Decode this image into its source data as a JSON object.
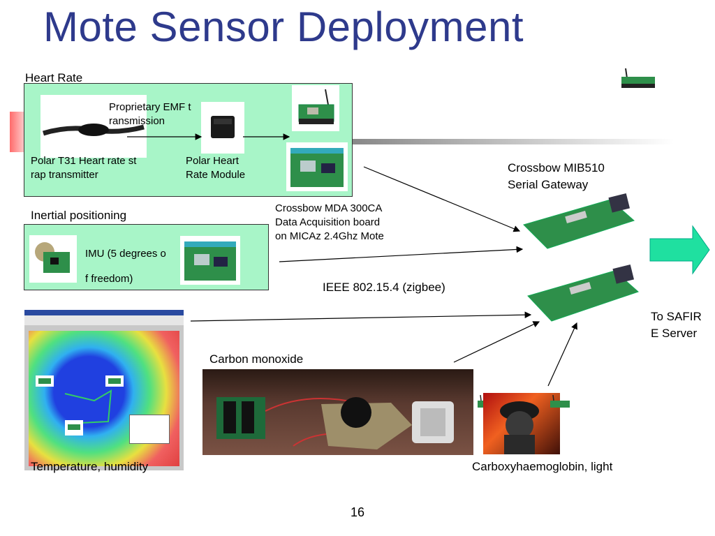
{
  "slide": {
    "title": "Mote Sensor Deployment",
    "page_number": "16"
  },
  "labels": {
    "heart_rate": "Heart Rate",
    "proprietary_emf_1": "Proprietary EMF t",
    "proprietary_emf_2": "ransmission",
    "polar_t31_1": "Polar T31 Heart rate st",
    "polar_t31_2": "rap transmitter",
    "polar_module_1": "Polar Heart",
    "polar_module_2": "Rate Module",
    "crossbow_mib_1": "Crossbow MIB510",
    "crossbow_mib_2": "Serial Gateway",
    "inertial": "Inertial positioning",
    "crossbow_mda_1": "Crossbow MDA 300CA",
    "crossbow_mda_2": "Data Acquisition board",
    "crossbow_mda_3": "on MICAz 2.4Ghz Mote",
    "imu_1": "IMU (5 degrees o",
    "imu_2": "f freedom)",
    "ieee": "IEEE 802.15.4 (zigbee)",
    "to_safire_1": "To SAFIR",
    "to_safire_2": "E Server",
    "carbon_monoxide": "Carbon monoxide",
    "temperature": "Temperature, humidity",
    "carboxy": "Carboxyhaemoglobin, light"
  },
  "colors": {
    "title": "#2e3a8c",
    "box_fill": "#a8f5c8",
    "arrow_fill": "#1fe0a0",
    "board_green": "#2e8f4a"
  }
}
